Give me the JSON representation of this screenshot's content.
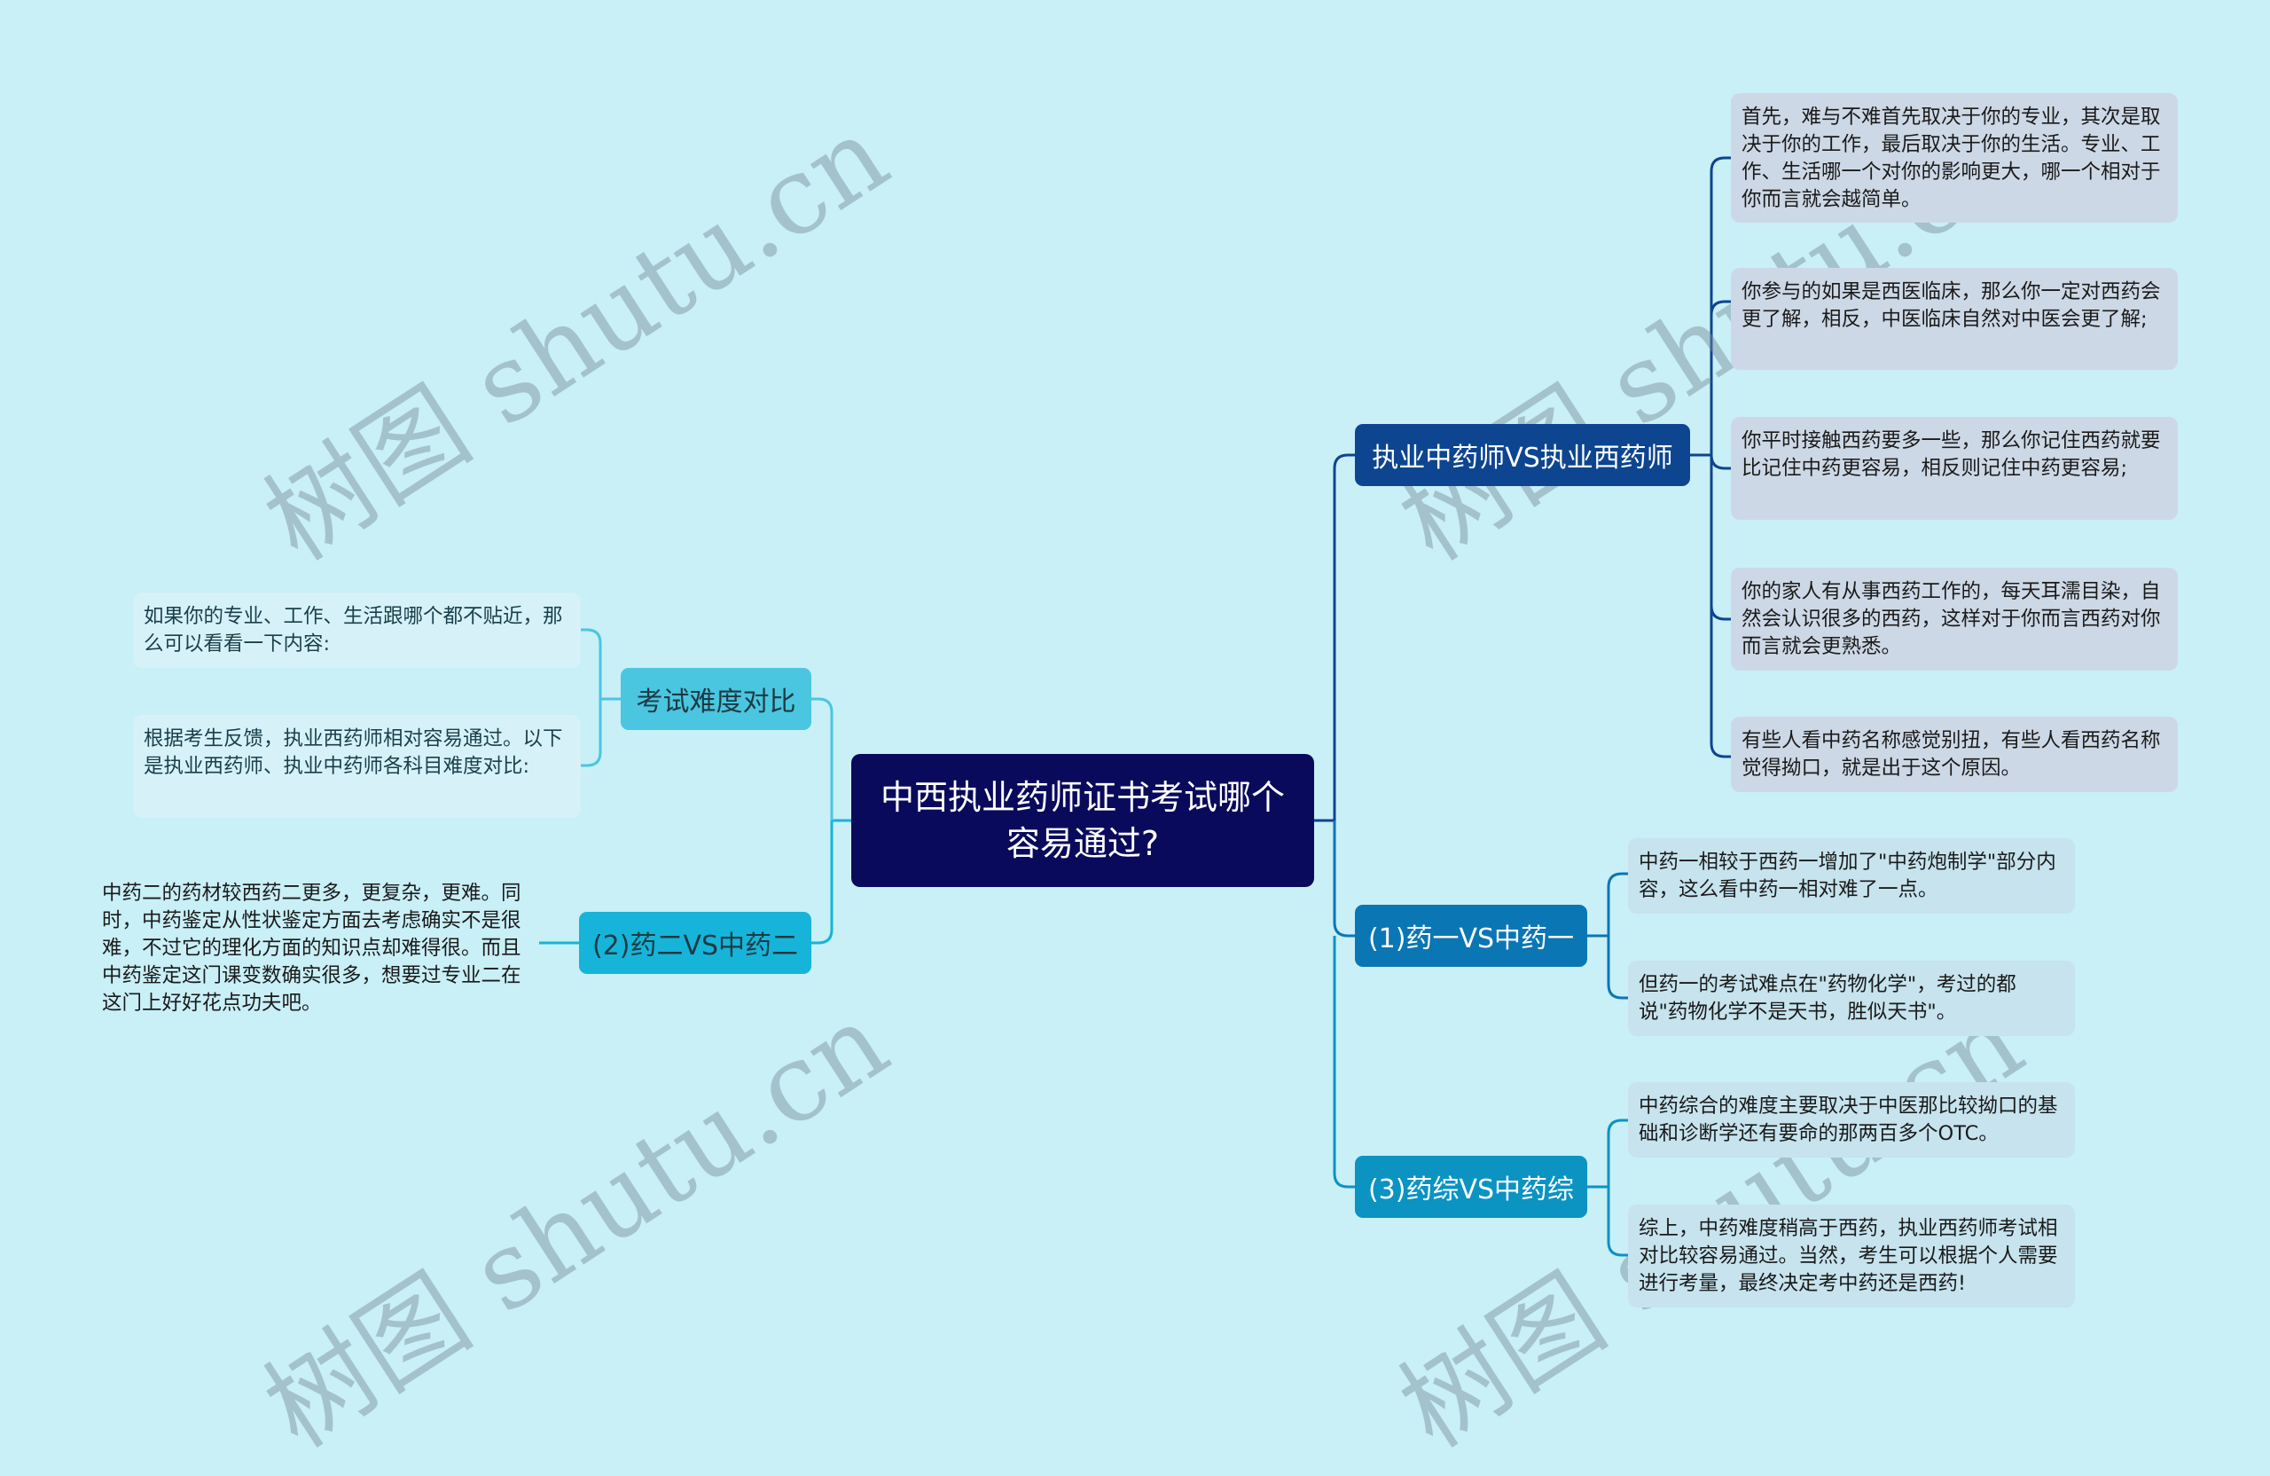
{
  "colors": {
    "background": "#c9eff7",
    "root": "#0a0a5c",
    "branch_right_1": "#0d4590",
    "branch_right_2": "#0b76b4",
    "branch_right_3": "#0b93c2",
    "branch_left_1": "#4ac6e0",
    "branch_left_2": "#16b4d8"
  },
  "root": {
    "title": "中西执业药师证书考试哪个容易通过?"
  },
  "branches": {
    "right": [
      {
        "label": "执业中药师VS执业西药师",
        "children": [
          "首先，难与不难首先取决于你的专业，其次是取决于你的工作，最后取决于你的生活。专业、工作、生活哪一个对你的影响更大，哪一个相对于你而言就会越简单。",
          "你参与的如果是西医临床，那么你一定对西药会更了解，相反，中医临床自然对中医会更了解;",
          "你平时接触西药要多一些，那么你记住西药就要比记住中药更容易，相反则记住中药更容易;",
          "你的家人有从事西药工作的，每天耳濡目染，自然会认识很多的西药，这样对于你而言西药对你而言就会更熟悉。",
          "有些人看中药名称感觉别扭，有些人看西药名称觉得拗口，就是出于这个原因。"
        ]
      },
      {
        "label": "(1)药一VS中药一",
        "children": [
          "中药一相较于西药一增加了\"中药炮制学\"部分内容，这么看中药一相对难了一点。",
          "但药一的考试难点在\"药物化学\"，考过的都说\"药物化学不是天书，胜似天书\"。"
        ]
      },
      {
        "label": "(3)药综VS中药综",
        "children": [
          "中药综合的难度主要取决于中医那比较拗口的基础和诊断学还有要命的那两百多个OTC。",
          "综上，中药难度稍高于西药，执业西药师考试相对比较容易通过。当然，考生可以根据个人需要进行考量，最终决定考中药还是西药!"
        ]
      }
    ],
    "left": [
      {
        "label": "考试难度对比",
        "children": [
          "如果你的专业、工作、生活跟哪个都不贴近，那么可以看看一下内容:",
          "根据考生反馈，执业西药师相对容易通过。以下是执业西药师、执业中药师各科目难度对比:"
        ]
      },
      {
        "label": "(2)药二VS中药二",
        "children": [
          "中药二的药材较西药二更多，更复杂，更难。同时，中药鉴定从性状鉴定方面去考虑确实不是很难，不过它的理化方面的知识点却难得很。而且中药鉴定这门课变数确实很多，想要过专业二在这门上好好花点功夫吧。"
        ]
      }
    ]
  },
  "watermark": {
    "text": "树图 shutu.cn"
  }
}
